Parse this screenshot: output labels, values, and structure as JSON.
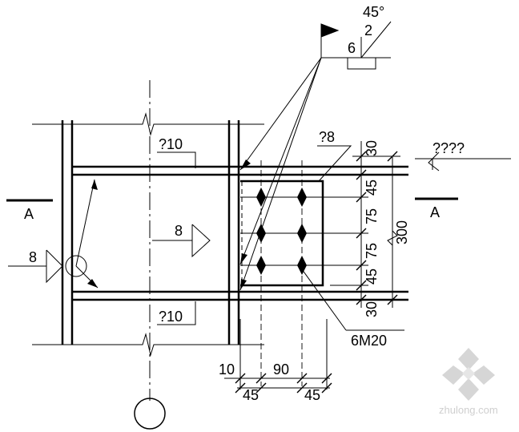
{
  "weld_symbol": {
    "angle": "45°",
    "gap": "2",
    "size": "6"
  },
  "labels": {
    "plate_top": "?10",
    "plate_bottom": "?10",
    "plate_side": "?8",
    "fillet_center": "8",
    "fillet_left": "8",
    "section_left": "A",
    "section_right": "A",
    "bolts": "6M20",
    "top_right_note": "????"
  },
  "dimensions": {
    "right_vertical": [
      "30",
      "45",
      "75",
      "75",
      "45",
      "30"
    ],
    "overall_height": "300",
    "bottom_row1": [
      "10",
      "90"
    ],
    "bottom_row2": [
      "45",
      "45"
    ]
  },
  "watermark": {
    "site": "zhulong.com"
  }
}
